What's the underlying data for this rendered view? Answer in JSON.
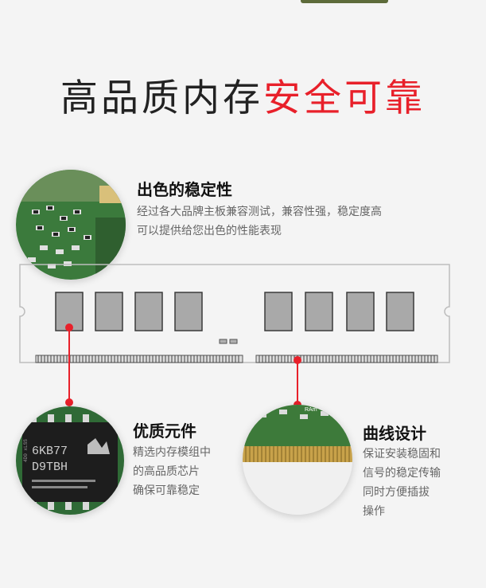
{
  "headline": {
    "main": "高品质内存",
    "accent": "安全可靠"
  },
  "features": {
    "stability": {
      "title": "出色的稳定性",
      "desc_line1": "经过各大品牌主板兼容测试，兼容性强，稳定度高",
      "desc_line2": "可以提供给您出色的性能表现"
    },
    "components": {
      "title": "优质元件",
      "desc_line1": "精选内存模组中",
      "desc_line2": "的高品质芯片",
      "desc_line3": "确保可靠稳定"
    },
    "curve": {
      "title": "曲线设计",
      "desc_line1": "保证安装稳固和",
      "desc_line2": "信号的稳定传输",
      "desc_line3": "同时方便插拔",
      "desc_line4": "操作"
    }
  },
  "chip_markings": {
    "line1": "6KB77",
    "line2": "D9TBH",
    "side": "4D0 xLSS"
  },
  "board_marking": "RAm",
  "colors": {
    "accent": "#e8202a",
    "pcb": "#3d7a3a",
    "gold": "#c8a24a"
  }
}
